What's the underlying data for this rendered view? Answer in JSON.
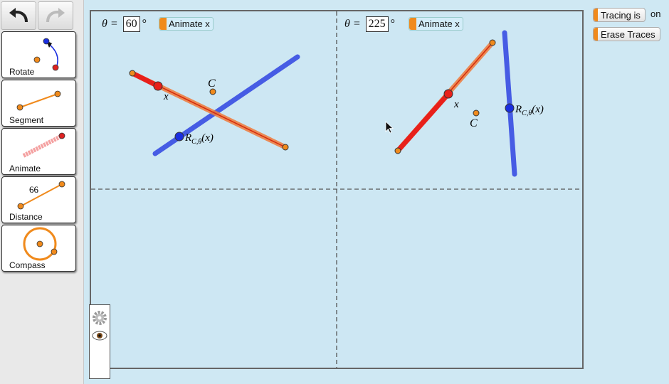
{
  "toolbar": {
    "undo_icon": "undo-arrow-icon",
    "redo_icon": "redo-arrow-icon",
    "tools": [
      {
        "label": "Rotate"
      },
      {
        "label": "Segment"
      },
      {
        "label": "Animate"
      },
      {
        "label": "Distance",
        "value": "66"
      },
      {
        "label": "Compass"
      }
    ]
  },
  "panels": {
    "left": {
      "theta_label": "θ =",
      "theta_value": "60",
      "degree": "°",
      "animate_label": "Animate x"
    },
    "right": {
      "theta_label": "θ =",
      "theta_value": "225",
      "degree": "°",
      "animate_label": "Animate x"
    }
  },
  "labels": {
    "center": "C",
    "point": "x",
    "rotation_R": "R",
    "rotation_sub": "C,θ",
    "rotation_arg": "(x)"
  },
  "controls": {
    "tracing_label": "Tracing is",
    "tracing_state": "on",
    "erase_label": "Erase Traces"
  },
  "colors": {
    "segment": "#e83a1a",
    "rotated": "#1a2ee0",
    "point_orange": "#f08a1c",
    "button_tab": "#f08a1c",
    "canvas_bg": "#cde7f3"
  },
  "widgets": {
    "settings_icon": "gear-icon",
    "visibility_icon": "eye-icon"
  }
}
